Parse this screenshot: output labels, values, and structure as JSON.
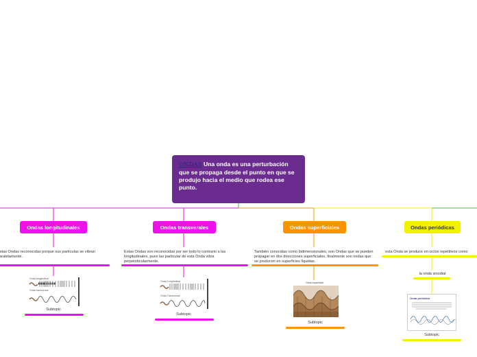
{
  "root": {
    "keyword": "ONDAS",
    "text": "Una onda es una perturbación que se propaga desde el punto en que se produjo hacia el medio que rodea ese punto."
  },
  "colors": {
    "root": "#6a2c8f",
    "magenta": "#ee10ee",
    "orange": "#fb9400",
    "yellow": "#f2f200",
    "green": "#3fc23f"
  },
  "topics": [
    {
      "label": "Ondas longitudinales",
      "desc": "Estas Ondas reconocidas porque sus partículas se vibran paralelamente.",
      "sub": "Subtopic",
      "img_labels": [
        "Onda longitudinal",
        "Onda transversal"
      ]
    },
    {
      "label": "Ondas transverales",
      "desc": "Estas Ondas son reconocidas por ser todo lo contrario a las longitudinales, pues las particular de esta Onda vibra perpendicularmente.",
      "sub": "Subtopic",
      "img_labels": [
        "Onda Longitudinal",
        "Onda Transversal"
      ]
    },
    {
      "label": "Ondas superficiales",
      "desc": "También conocidas como bidimensionales, son Ondas que se pueden propagar en dos direcciones superficiales, finalmente son ondas que se producen en superficies líquidas.",
      "sub": "Subtopic",
      "img_labels": [
        "Onda superficial"
      ]
    },
    {
      "label": "Ondas periódicas",
      "desc": "esta Onda se produce en ciclos repetitivos como",
      "mid": "la onda sinodial",
      "sub": "Subtopic",
      "img_labels": [
        "Onda periódica"
      ]
    }
  ]
}
